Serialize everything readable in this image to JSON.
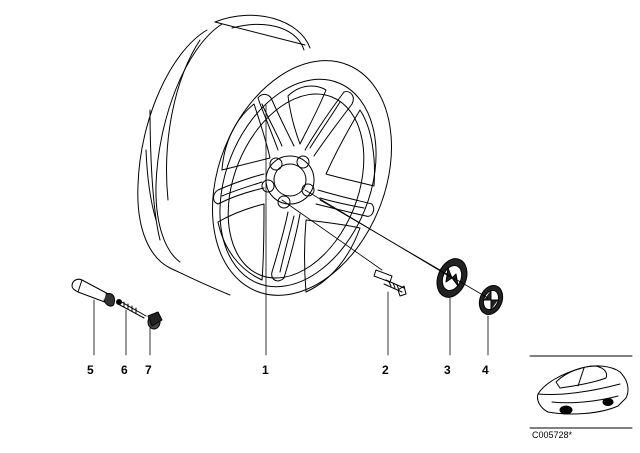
{
  "callouts": {
    "wheel": "1",
    "wheel_bolt": "2",
    "emblem_carrier": "3",
    "hub_cap_emblem": "4",
    "valve": "5",
    "valve_core": "6",
    "valve_cap": "7"
  },
  "diagram_id": "C005728*",
  "colors": {
    "line": "#000000",
    "background": "#ffffff"
  }
}
